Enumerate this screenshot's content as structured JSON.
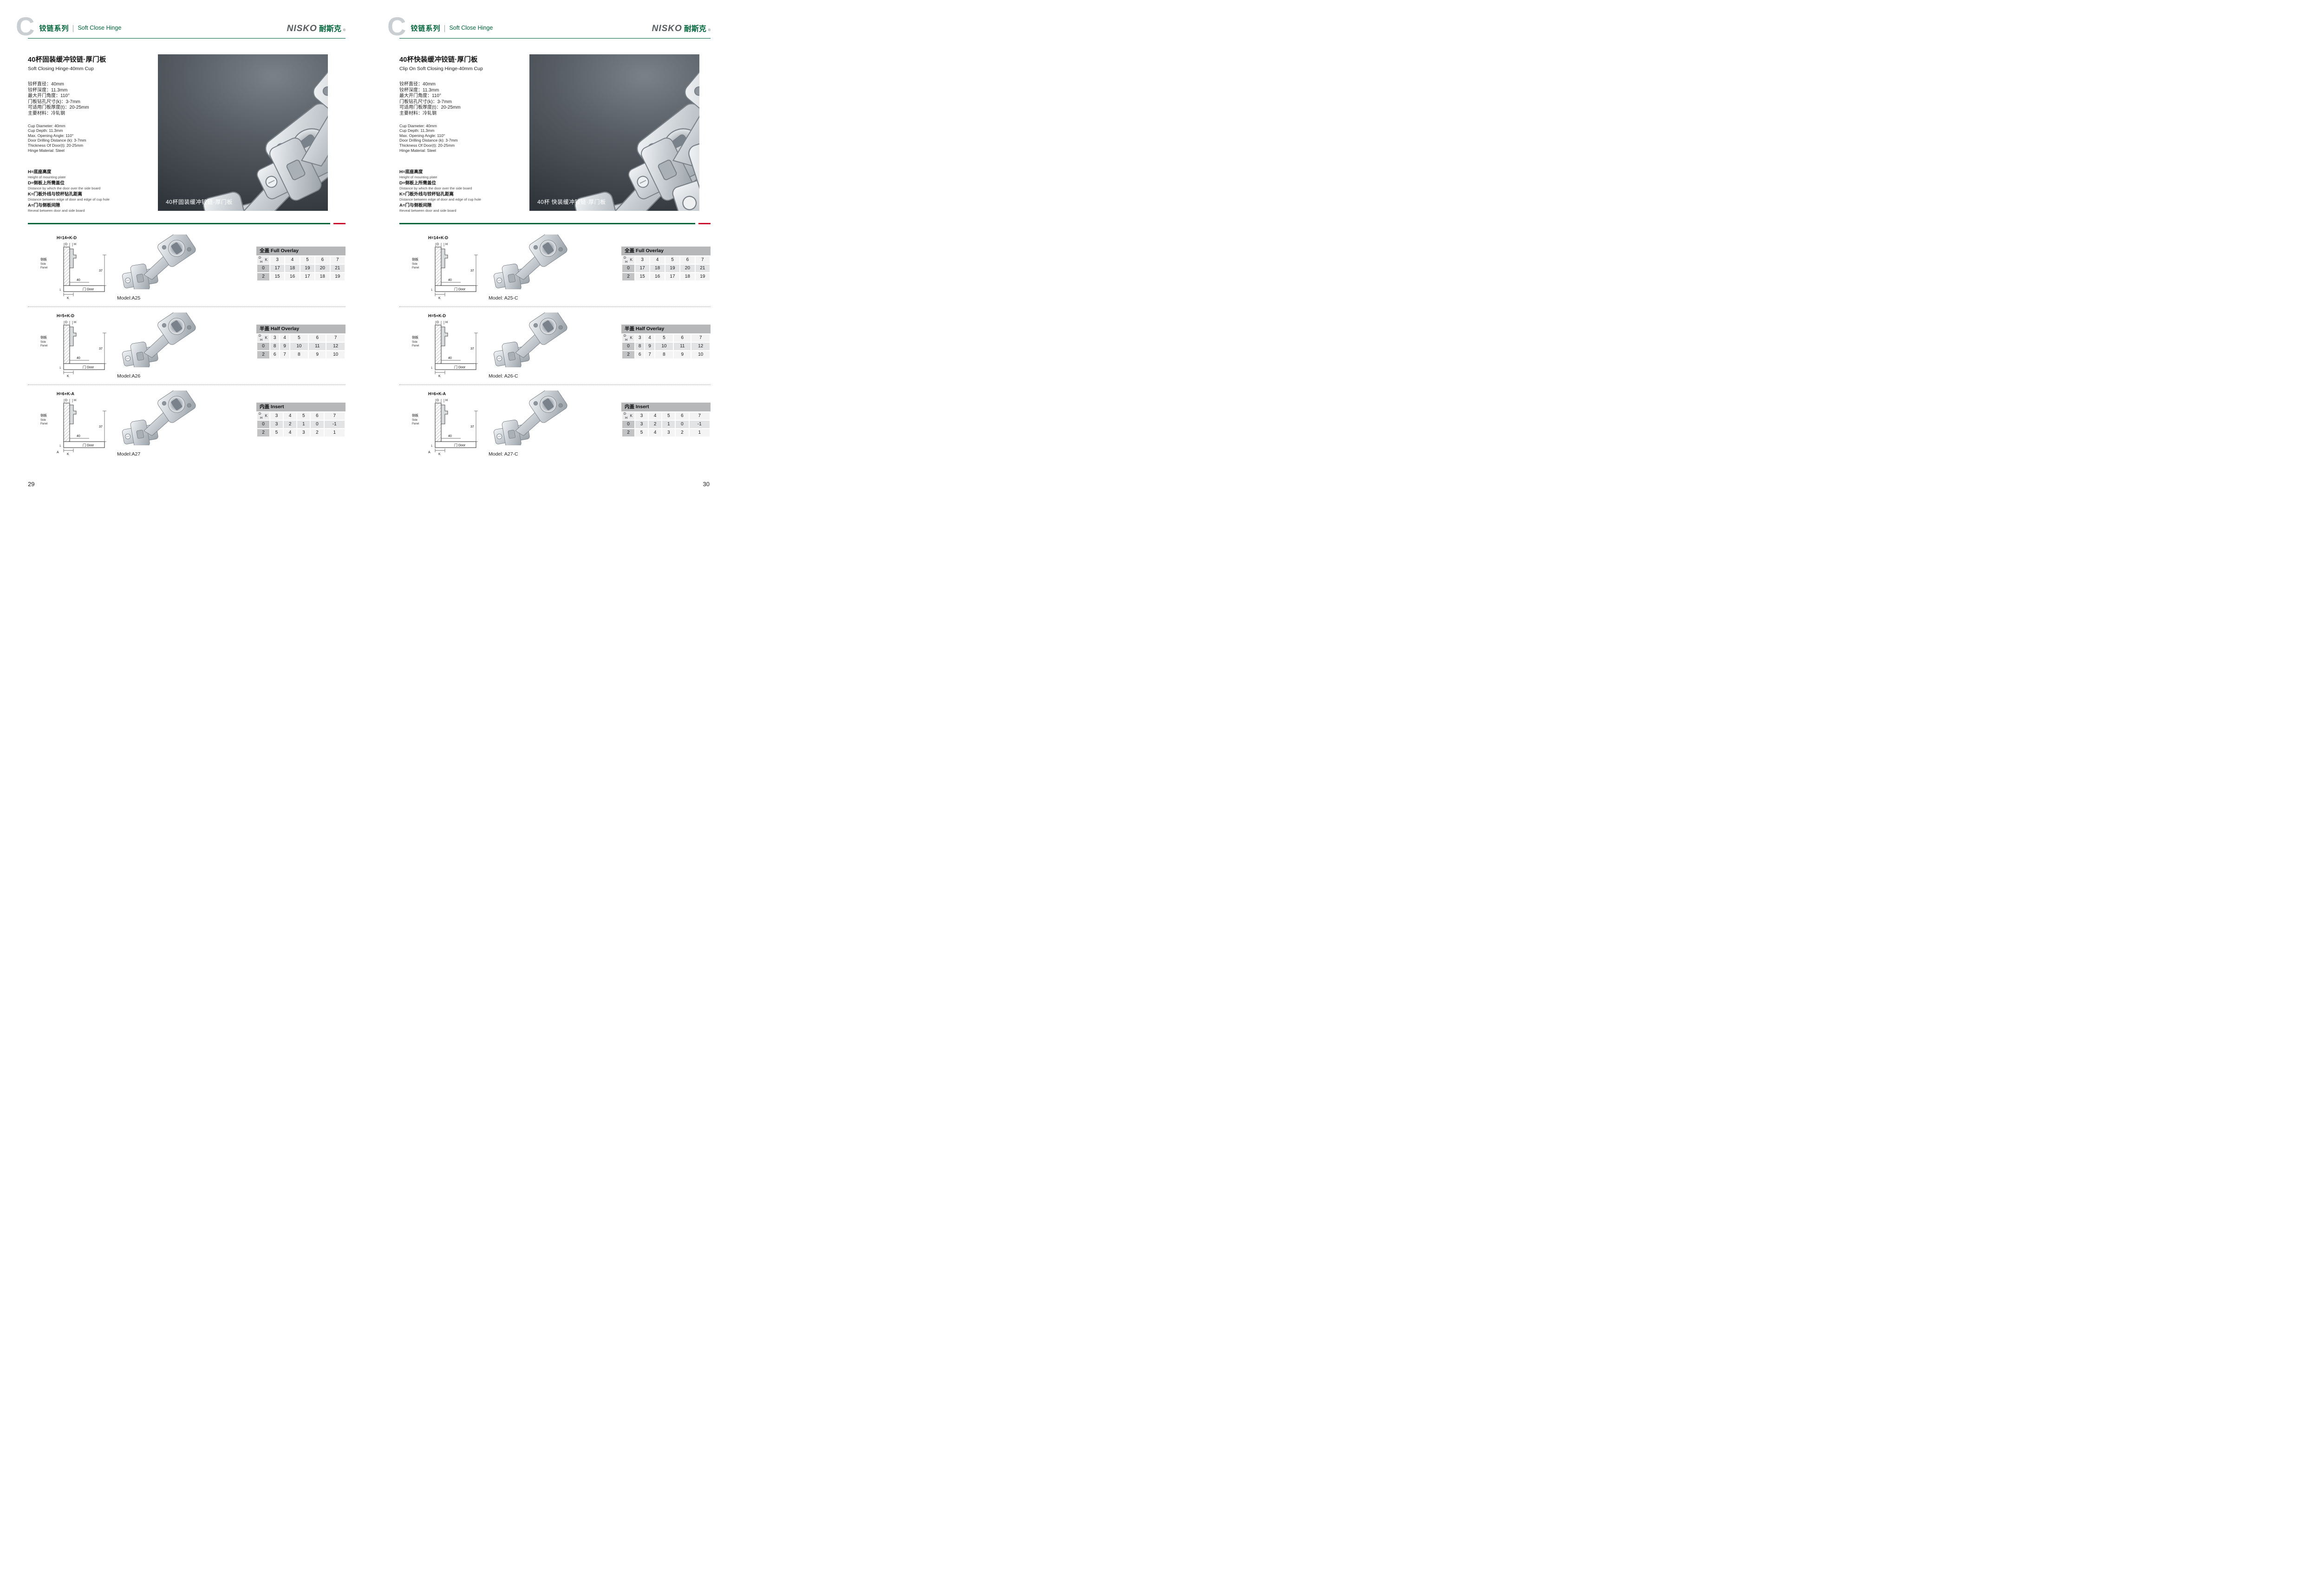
{
  "header": {
    "c_mark": "C",
    "series_cn": "铰链系列",
    "series_en": "Soft Close Hinge",
    "brand": "NISKO",
    "brand_cn": "耐斯克",
    "brand_reg": "®"
  },
  "diagram_labels": {
    "side_panel": [
      "侧板",
      "Side",
      "Panel"
    ],
    "door": "门 Door",
    "dim_h": "H",
    "dim_d": "D",
    "dim_k": "K",
    "dim_37": "37",
    "dim_40": "40",
    "dim_1": "1"
  },
  "table_corner": {
    "d": "D",
    "h": "H",
    "k": "K"
  },
  "pages": [
    {
      "page_number": "29",
      "title_cn": "40杯固装缓冲铰链·厚门板",
      "title_en": "Soft Closing Hinge-40mm Cup",
      "image_variant": "two-hinges",
      "image_caption": "40杯固装缓冲铰链·厚门板",
      "specs_cn": [
        "铰杯直径：40mm",
        "铰杯深度：11.3mm",
        "最大开门角度：110°",
        "门板钻孔尺寸(k)：3-7mm",
        "可适用门板厚度(t)：20-25mm",
        "主要材料：冷轧钢"
      ],
      "specs_en": [
        "Cup Diameter: 40mm",
        "Cup Depth: 11.3mm",
        "Max. Opening Angle: 110°",
        "Door Drilling Distance (k): 3-7mm",
        "Thickness Of Door(t): 20-25mm",
        "Hinge Material: Steel"
      ],
      "legend": [
        {
          "cn": "H=底座高度",
          "en": "Height of mounting plate"
        },
        {
          "cn": "D=侧板上所需盖位",
          "en": "Distance by which the door over the side board"
        },
        {
          "cn": "K=门板外线与铰杯钻孔距离",
          "en": "Distance between edge of door and edge of cup hole"
        },
        {
          "cn": "A=门与侧板间隙",
          "en": "Reveal between door and side board"
        }
      ],
      "sections": [
        {
          "diagram": {
            "formula": "H=14+K-D",
            "a_label": ""
          },
          "model": "Model:A25",
          "table": {
            "title": "全盖 Full Overlay",
            "k_values": [
              "3",
              "4",
              "5",
              "6",
              "7"
            ],
            "rows": [
              {
                "h": "0",
                "values": [
                  "17",
                  "18",
                  "19",
                  "20",
                  "21"
                ]
              },
              {
                "h": "2",
                "values": [
                  "15",
                  "16",
                  "17",
                  "18",
                  "19"
                ]
              }
            ]
          }
        },
        {
          "diagram": {
            "formula": "H=5+K-D",
            "a_label": ""
          },
          "model": "Model:A26",
          "table": {
            "title": "半盖 Half Overlay",
            "k_values": [
              "3",
              "4",
              "5",
              "6",
              "7"
            ],
            "rows": [
              {
                "h": "0",
                "values": [
                  "8",
                  "9",
                  "10",
                  "11",
                  "12"
                ]
              },
              {
                "h": "2",
                "values": [
                  "6",
                  "7",
                  "8",
                  "9",
                  "10"
                ]
              }
            ]
          }
        },
        {
          "diagram": {
            "formula": "H=6+K-A",
            "a_label": "A"
          },
          "model": "Model:A27",
          "table": {
            "title": "内盖 Insert",
            "k_values": [
              "3",
              "4",
              "5",
              "6",
              "7"
            ],
            "rows": [
              {
                "h": "0",
                "values": [
                  "3",
                  "2",
                  "1",
                  "0",
                  "-1"
                ]
              },
              {
                "h": "2",
                "values": [
                  "5",
                  "4",
                  "3",
                  "2",
                  "1"
                ]
              }
            ]
          }
        }
      ]
    },
    {
      "page_number": "30",
      "title_cn": "40杯快装缓冲铰链·厚门板",
      "title_en": "Clip On Soft Closing Hinge-40mm Cup",
      "image_variant": "three-hinges",
      "image_caption": "40杯 快装缓冲铰链·厚门板",
      "specs_cn": [
        "铰杯直径：40mm",
        "铰杯深度：11.3mm",
        "最大开门角度：110°",
        "门板钻孔尺寸(k)：3-7mm",
        "可适用门板厚度(t)：20-25mm",
        "主要材料：冷轧钢"
      ],
      "specs_en": [
        "Cup Diameter: 40mm",
        "Cup Depth: 11.3mm",
        "Max. Opening Angle: 110°",
        "Door Drilling Distance (k): 3-7mm",
        "Thickness Of Door(t): 20-25mm",
        "Hinge Material: Steel"
      ],
      "legend": [
        {
          "cn": "H=底座高度",
          "en": "Height of mounting plate"
        },
        {
          "cn": "D=侧板上所需盖位",
          "en": "Distance by which the door over the side board"
        },
        {
          "cn": "K=门板外线与铰杯钻孔距离",
          "en": "Distance between edge of door and edge of cup hole"
        },
        {
          "cn": "A=门与侧板间隙",
          "en": "Reveal between door and side board"
        }
      ],
      "sections": [
        {
          "diagram": {
            "formula": "H=14+K-D",
            "a_label": ""
          },
          "model": "Model: A25-C",
          "table": {
            "title": "全盖 Full Overlay",
            "k_values": [
              "3",
              "4",
              "5",
              "6",
              "7"
            ],
            "rows": [
              {
                "h": "0",
                "values": [
                  "17",
                  "18",
                  "19",
                  "20",
                  "21"
                ]
              },
              {
                "h": "2",
                "values": [
                  "15",
                  "16",
                  "17",
                  "18",
                  "19"
                ]
              }
            ]
          }
        },
        {
          "diagram": {
            "formula": "H=5+K-D",
            "a_label": ""
          },
          "model": "Model: A26-C",
          "table": {
            "title": "半盖 Half Overlay",
            "k_values": [
              "3",
              "4",
              "5",
              "6",
              "7"
            ],
            "rows": [
              {
                "h": "0",
                "values": [
                  "8",
                  "9",
                  "10",
                  "11",
                  "12"
                ]
              },
              {
                "h": "2",
                "values": [
                  "6",
                  "7",
                  "8",
                  "9",
                  "10"
                ]
              }
            ]
          }
        },
        {
          "diagram": {
            "formula": "H=6+K-A",
            "a_label": "A"
          },
          "model": "Model: A27-C",
          "table": {
            "title": "内盖 Insert",
            "k_values": [
              "3",
              "4",
              "5",
              "6",
              "7"
            ],
            "rows": [
              {
                "h": "0",
                "values": [
                  "3",
                  "2",
                  "1",
                  "0",
                  "-1"
                ]
              },
              {
                "h": "2",
                "values": [
                  "5",
                  "4",
                  "3",
                  "2",
                  "1"
                ]
              }
            ]
          }
        }
      ]
    }
  ]
}
